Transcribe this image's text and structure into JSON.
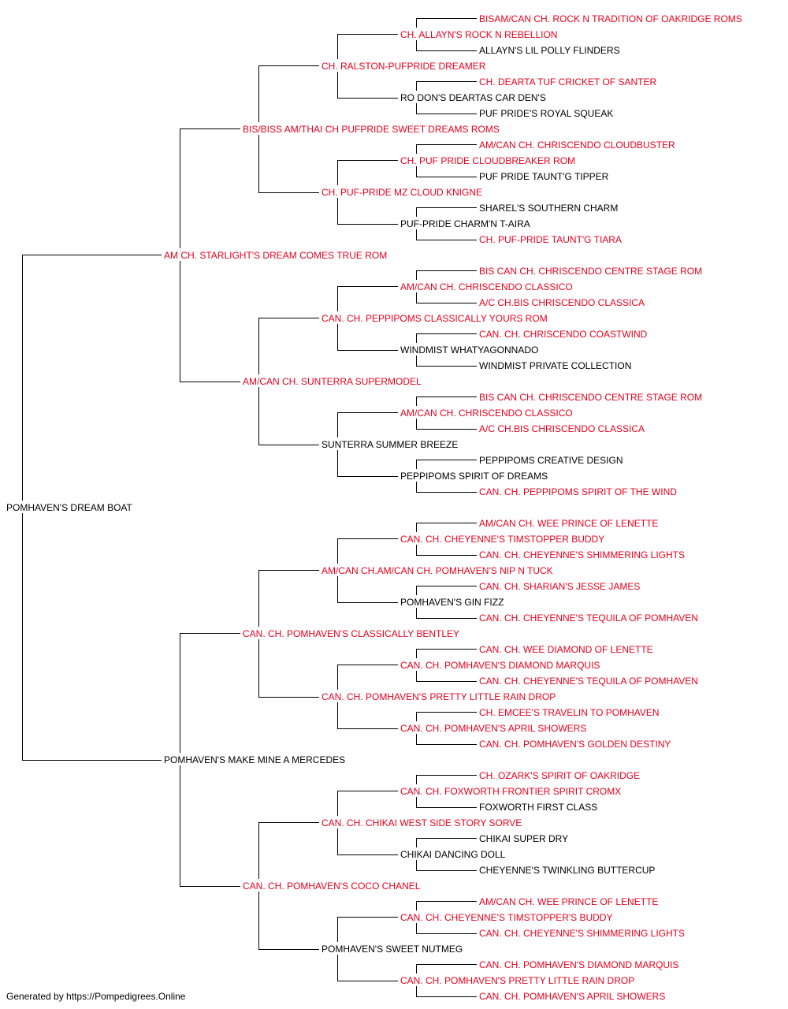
{
  "colors": {
    "champion": "#e8001c",
    "normal": "#000000",
    "line": "#000000"
  },
  "footer": "Generated by https://Pompedigrees.Online",
  "pedigree": [
    {
      "gen": 0,
      "name": "POMHAVEN'S DREAM BOAT",
      "champion": false
    },
    {
      "gen": 1,
      "name": "AM CH. STARLIGHT'S DREAM COMES TRUE ROM",
      "champion": true
    },
    {
      "gen": 1,
      "name": "POMHAVEN'S MAKE MINE A MERCEDES",
      "champion": false
    },
    {
      "gen": 2,
      "name": "BIS/BISS AM/THAI CH PUFPRIDE SWEET DREAMS ROMS",
      "champion": true
    },
    {
      "gen": 2,
      "name": "AM/CAN CH. SUNTERRA SUPERMODEL",
      "champion": true
    },
    {
      "gen": 2,
      "name": "CAN. CH. POMHAVEN'S CLASSICALLY BENTLEY",
      "champion": true
    },
    {
      "gen": 2,
      "name": "CAN. CH. POMHAVEN'S COCO CHANEL",
      "champion": true
    },
    {
      "gen": 3,
      "name": "CH. RALSTON-PUFPRIDE DREAMER",
      "champion": true
    },
    {
      "gen": 3,
      "name": "CH. PUF-PRIDE MZ CLOUD KNIGNE",
      "champion": true
    },
    {
      "gen": 3,
      "name": "CAN. CH. PEPPIPOMS CLASSICALLY YOURS ROM",
      "champion": true
    },
    {
      "gen": 3,
      "name": "SUNTERRA SUMMER BREEZE",
      "champion": false
    },
    {
      "gen": 3,
      "name": "AM/CAN CH.AM/CAN CH. POMHAVEN'S NIP N TUCK",
      "champion": true
    },
    {
      "gen": 3,
      "name": "CAN. CH. POMHAVEN'S PRETTY LITTLE RAIN DROP",
      "champion": true
    },
    {
      "gen": 3,
      "name": "CAN. CH. CHIKAI WEST SIDE STORY SORVE",
      "champion": true
    },
    {
      "gen": 3,
      "name": "POMHAVEN'S SWEET NUTMEG",
      "champion": false
    },
    {
      "gen": 4,
      "name": "CH. ALLAYN'S ROCK N REBELLION",
      "champion": true
    },
    {
      "gen": 4,
      "name": "RO DON'S DEARTAS CAR DEN'S",
      "champion": false
    },
    {
      "gen": 4,
      "name": "CH. PUF PRIDE CLOUDBREAKER ROM",
      "champion": true
    },
    {
      "gen": 4,
      "name": "PUF-PRIDE CHARM'N T-AIRA",
      "champion": false
    },
    {
      "gen": 4,
      "name": "AM/CAN CH. CHRISCENDO CLASSICO",
      "champion": true
    },
    {
      "gen": 4,
      "name": "WINDMIST WHATYAGONNADO",
      "champion": false
    },
    {
      "gen": 4,
      "name": "AM/CAN CH. CHRISCENDO CLASSICO",
      "champion": true
    },
    {
      "gen": 4,
      "name": "PEPPIPOMS SPIRIT OF DREAMS",
      "champion": false
    },
    {
      "gen": 4,
      "name": "CAN. CH. CHEYENNE'S TIMSTOPPER BUDDY",
      "champion": true
    },
    {
      "gen": 4,
      "name": "POMHAVEN'S GIN FIZZ",
      "champion": false
    },
    {
      "gen": 4,
      "name": "CAN. CH. POMHAVEN'S DIAMOND MARQUIS",
      "champion": true
    },
    {
      "gen": 4,
      "name": "CAN. CH. POMHAVEN'S APRIL SHOWERS",
      "champion": true
    },
    {
      "gen": 4,
      "name": "CAN. CH. FOXWORTH FRONTIER SPIRIT CROMX",
      "champion": true
    },
    {
      "gen": 4,
      "name": "CHIKAI DANCING DOLL",
      "champion": false
    },
    {
      "gen": 4,
      "name": "CAN. CH. CHEYENNE'S TIMSTOPPER'S BUDDY",
      "champion": true
    },
    {
      "gen": 4,
      "name": "CAN. CH. POMHAVEN'S PRETTY LITTLE RAIN DROP",
      "champion": true
    },
    {
      "gen": 5,
      "name": "BISAM/CAN CH. ROCK N TRADITION OF OAKRIDGE ROMS",
      "champion": true
    },
    {
      "gen": 5,
      "name": "ALLAYN'S LIL POLLY FLINDERS",
      "champion": false
    },
    {
      "gen": 5,
      "name": "CH. DEARTA TUF CRICKET OF SANTER",
      "champion": true
    },
    {
      "gen": 5,
      "name": "PUF PRIDE'S ROYAL SQUEAK",
      "champion": false
    },
    {
      "gen": 5,
      "name": "AM/CAN CH. CHRISCENDO CLOUDBUSTER",
      "champion": true
    },
    {
      "gen": 5,
      "name": "PUF PRIDE TAUNT'G TIPPER",
      "champion": false
    },
    {
      "gen": 5,
      "name": "SHAREL'S SOUTHERN CHARM",
      "champion": false
    },
    {
      "gen": 5,
      "name": "CH. PUF-PRIDE TAUNT'G TIARA",
      "champion": true
    },
    {
      "gen": 5,
      "name": "BIS CAN CH. CHRISCENDO CENTRE STAGE ROM",
      "champion": true
    },
    {
      "gen": 5,
      "name": "A/C CH.BIS CHRISCENDO CLASSICA",
      "champion": true
    },
    {
      "gen": 5,
      "name": "CAN. CH. CHRISCENDO COASTWIND",
      "champion": true
    },
    {
      "gen": 5,
      "name": "WINDMIST PRIVATE COLLECTION",
      "champion": false
    },
    {
      "gen": 5,
      "name": "BIS CAN CH. CHRISCENDO CENTRE STAGE ROM",
      "champion": true
    },
    {
      "gen": 5,
      "name": "A/C CH.BIS CHRISCENDO CLASSICA",
      "champion": true
    },
    {
      "gen": 5,
      "name": "PEPPIPOMS CREATIVE DESIGN",
      "champion": false
    },
    {
      "gen": 5,
      "name": "CAN. CH. PEPPIPOMS SPIRIT OF THE WIND",
      "champion": true
    },
    {
      "gen": 5,
      "name": "AM/CAN CH. WEE PRINCE OF LENETTE",
      "champion": true
    },
    {
      "gen": 5,
      "name": "CAN. CH. CHEYENNE'S SHIMMERING LIGHTS",
      "champion": true
    },
    {
      "gen": 5,
      "name": "CAN. CH. SHARIAN'S JESSE JAMES",
      "champion": true
    },
    {
      "gen": 5,
      "name": "CAN. CH. CHEYENNE'S TEQUILA OF POMHAVEN",
      "champion": true
    },
    {
      "gen": 5,
      "name": "CAN. CH. WEE DIAMOND OF LENETTE",
      "champion": true
    },
    {
      "gen": 5,
      "name": "CAN. CH. CHEYENNE'S TEQUILA OF POMHAVEN",
      "champion": true
    },
    {
      "gen": 5,
      "name": "CH. EMCEE'S TRAVELIN TO POMHAVEN",
      "champion": true
    },
    {
      "gen": 5,
      "name": "CAN. CH. POMHAVEN'S GOLDEN DESTINY",
      "champion": true
    },
    {
      "gen": 5,
      "name": "CH. OZARK'S SPIRIT OF OAKRIDGE",
      "champion": true
    },
    {
      "gen": 5,
      "name": "FOXWORTH FIRST CLASS",
      "champion": false
    },
    {
      "gen": 5,
      "name": "CHIKAI SUPER DRY",
      "champion": false
    },
    {
      "gen": 5,
      "name": "CHEYENNE'S TWINKLING BUTTERCUP",
      "champion": false
    },
    {
      "gen": 5,
      "name": "AM/CAN CH. WEE PRINCE OF LENETTE",
      "champion": true
    },
    {
      "gen": 5,
      "name": "CAN. CH. CHEYENNE'S SHIMMERING LIGHTS",
      "champion": true
    },
    {
      "gen": 5,
      "name": "CAN. CH. POMHAVEN'S DIAMOND MARQUIS",
      "champion": true
    },
    {
      "gen": 5,
      "name": "CAN. CH. POMHAVEN'S APRIL SHOWERS",
      "champion": true
    }
  ]
}
